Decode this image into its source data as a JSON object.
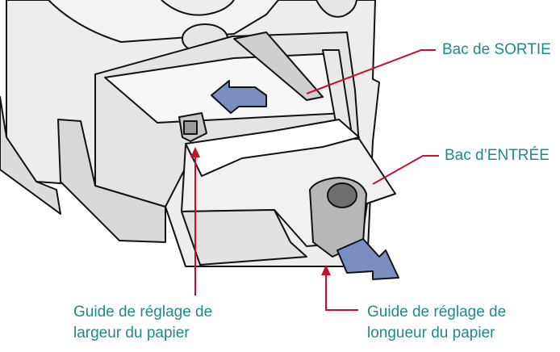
{
  "labels": {
    "output_tray": "Bac de SORTIE",
    "input_tray": "Bac d’ENTRÉE",
    "width_guide": [
      "Guide de réglage de",
      "largeur du papier"
    ],
    "length_guide": [
      "Guide de réglage de",
      "longueur du papier"
    ]
  },
  "colors": {
    "callout_text": "#1f8a86",
    "leader_line": "#c8102e",
    "arrow_fill": "#7a8fc0",
    "outline": "#111111"
  },
  "icons": [
    "push-arrow-icon",
    "pull-arrow-icon"
  ]
}
